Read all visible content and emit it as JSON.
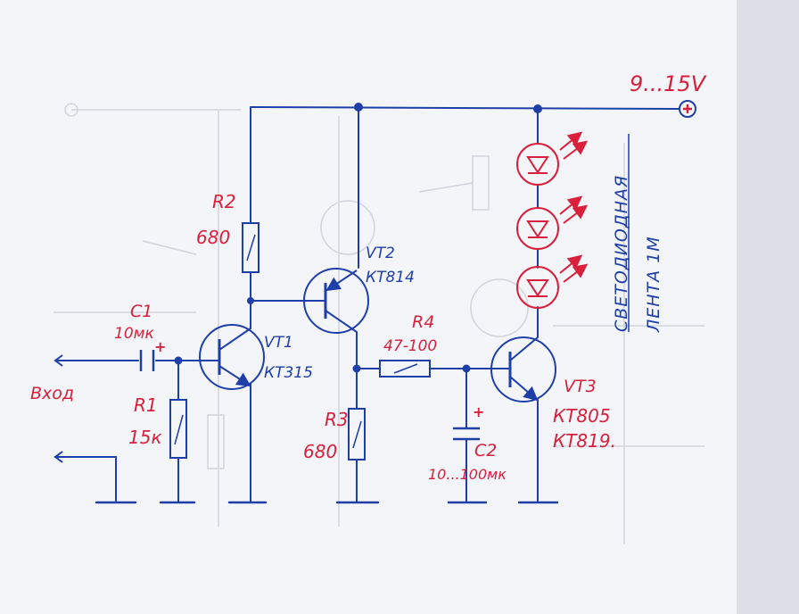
{
  "colors": {
    "ink_blue": "#1e3fa8",
    "ink_red": "#d8203c",
    "paper": "#f4f5f8",
    "margin": "#dcdfe6"
  },
  "supply": {
    "label": "9...15V"
  },
  "input": {
    "label": "Вход"
  },
  "components": {
    "c1": {
      "name": "C1",
      "value": "10мк",
      "polarity": "+"
    },
    "r1": {
      "name": "R1",
      "value": "15к"
    },
    "r2": {
      "name": "R2",
      "value": "680"
    },
    "r3": {
      "name": "R3",
      "value": "680"
    },
    "r4": {
      "name": "R4",
      "value": "47-100"
    },
    "c2": {
      "name": "C2",
      "value": "10...100мк",
      "polarity": "+"
    },
    "vt1": {
      "name": "VT1",
      "type": "КТ315"
    },
    "vt2": {
      "name": "VT2",
      "type": "КТ814"
    },
    "vt3": {
      "name": "VT3",
      "type_line1": "КТ805",
      "type_line2": "КТ819."
    }
  },
  "led_strip": {
    "line1": "СВЕТОДИОДНАЯ",
    "line2": "ЛЕНТА 1М",
    "led_count": 3
  }
}
